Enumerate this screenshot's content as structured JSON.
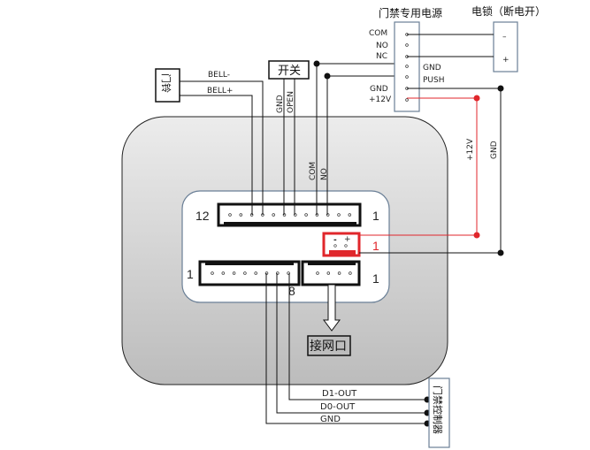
{
  "power_supply": {
    "title": "门禁专用电源",
    "left_terminals": [
      "COM",
      "NO",
      "NC",
      "",
      "",
      "GND",
      "+12V"
    ],
    "right_labels": [
      "GND",
      "PUSH"
    ]
  },
  "lock": {
    "title": "电锁（断电开）",
    "minus": "–",
    "plus": "+"
  },
  "doorbell": {
    "label": "门铃",
    "wire_minus": "BELL-",
    "wire_plus": "BELL+"
  },
  "switch": {
    "label": "开关",
    "wire_gnd": "GND",
    "wire_open": "OPEN"
  },
  "relay": {
    "wire_com": "COM",
    "wire_no": "NO"
  },
  "power_wires": {
    "v12": "+12V",
    "gnd": "GND"
  },
  "board": {
    "top_connector": {
      "left_num": "12",
      "right_num": "1",
      "pins": 12
    },
    "power_connector": {
      "minus": "-",
      "plus": "+",
      "num": "1"
    },
    "bottom_left_connector": {
      "left_num": "1",
      "right_num": "8",
      "pins": 8
    },
    "bottom_right_connector": {
      "right_num": "1",
      "pins": 4
    },
    "network_label": "接网口"
  },
  "controller": {
    "label": "门禁控制器",
    "wires": [
      "D1-OUT",
      "D0-OUT",
      "GND"
    ]
  },
  "colors": {
    "power_red": "#e0262b",
    "device_fill": "#d6d6d6",
    "inner_border": "#6a7f96"
  }
}
